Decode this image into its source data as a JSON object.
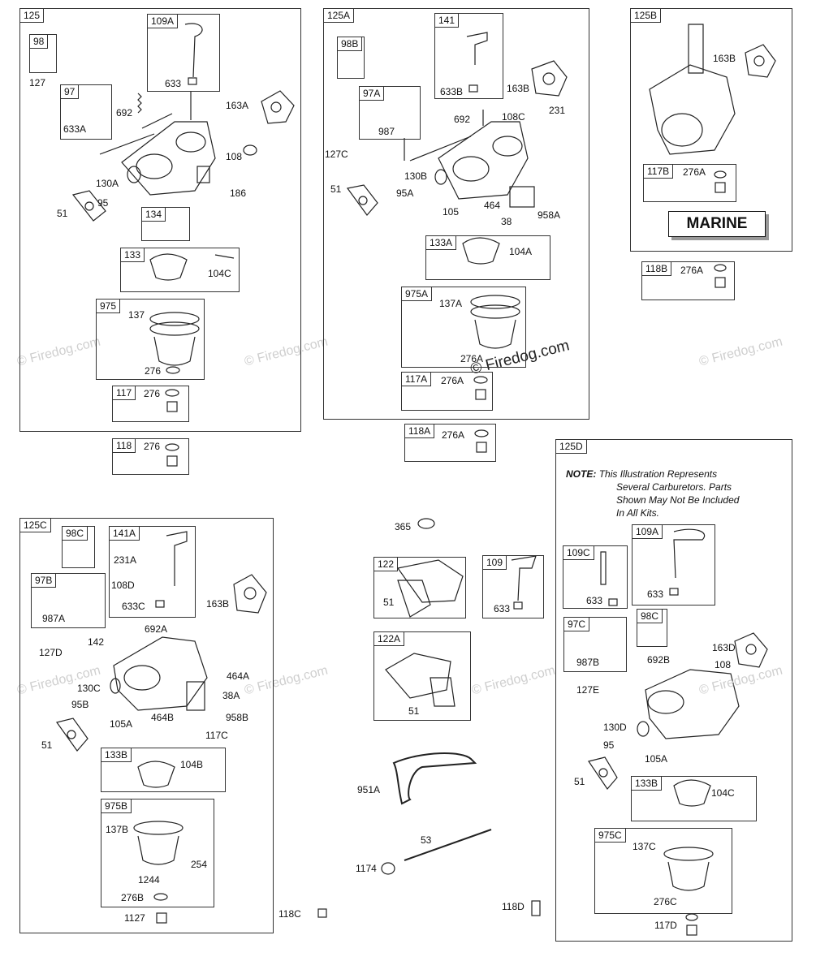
{
  "watermark": {
    "text": "© Firedog.com"
  },
  "groups": {
    "g125": {
      "title": "125"
    },
    "g125a": {
      "title": "125A"
    },
    "g125b": {
      "title": "125B"
    },
    "g125c": {
      "title": "125C"
    },
    "g125d": {
      "title": "125D"
    }
  },
  "kits": {
    "k98": "98",
    "k97": "97",
    "k109a": "109A",
    "k134": "134",
    "k133": "133",
    "k975": "975",
    "k117": "117",
    "k118": "118",
    "k98b": "98B",
    "k97a": "97A",
    "k141": "141",
    "k133a": "133A",
    "k975a": "975A",
    "k117a": "117A",
    "k118a": "118A",
    "k117b": "117B",
    "k118b": "118B",
    "k98c": "98C",
    "k97b": "97B",
    "k141a": "141A",
    "k133b": "133B",
    "k975b": "975B",
    "k122": "122",
    "k109": "109",
    "k122a": "122A",
    "k109c": "109C",
    "k109a2": "109A",
    "k97c": "97C",
    "k98c2": "98C",
    "k133b2": "133B",
    "k975c": "975C"
  },
  "parts": {
    "p127": "127",
    "p633a": "633A",
    "p633": "633",
    "p692": "692",
    "p163a": "163A",
    "p108": "108",
    "p130a": "130A",
    "p186": "186",
    "p95": "95",
    "p51": "51",
    "p104c": "104C",
    "p137": "137",
    "p276": "276",
    "p276b": "276",
    "p276c": "276",
    "p127c": "127C",
    "p987": "987",
    "p692b": "692",
    "p633b": "633B",
    "p163b": "163B",
    "p108c": "108C",
    "p231": "231",
    "p130b": "130B",
    "p95a": "95A",
    "p51b": "51",
    "p105": "105",
    "p464": "464",
    "p38": "38",
    "p958a": "958A",
    "p104a": "104A",
    "p137a": "137A",
    "p276a1": "276A",
    "p276a2": "276A",
    "p276a3": "276A",
    "p163b2": "163B",
    "p276a4": "276A",
    "p276a5": "276A",
    "p231a": "231A",
    "p108d": "108D",
    "p633c": "633C",
    "p163b3": "163B",
    "p987a": "987A",
    "p692a": "692A",
    "p142": "142",
    "p127d": "127D",
    "p130c": "130C",
    "p95b": "95B",
    "p105a": "105A",
    "p464b": "464B",
    "p464a": "464A",
    "p38a": "38A",
    "p958b": "958B",
    "p117c": "117C",
    "p51c": "51",
    "p104b": "104B",
    "p137b": "137B",
    "p254": "254",
    "p1244": "1244",
    "p276b2": "276B",
    "p1127": "1127",
    "p118c": "118C",
    "p365": "365",
    "p51d": "51",
    "p633d": "633",
    "p51e": "51",
    "p951a": "951A",
    "p53": "53",
    "p1174": "1174",
    "p118d": "118D",
    "p633e": "633",
    "p633f": "633",
    "p987b": "987B",
    "p692c": "692B",
    "p163d": "163D",
    "p108e": "108",
    "p127e": "127E",
    "p130d": "130D",
    "p95c": "95",
    "p105b": "105A",
    "p51f": "51",
    "p104c2": "104C",
    "p137c": "137C",
    "p276c2": "276C",
    "p117d": "117D"
  },
  "marine": "MARINE",
  "note": {
    "lead": "NOTE:",
    "line1": "This Illustration Represents",
    "line2": "Several Carburetors. Parts",
    "line3": "Shown May Not Be Included",
    "line4": "In All Kits."
  }
}
